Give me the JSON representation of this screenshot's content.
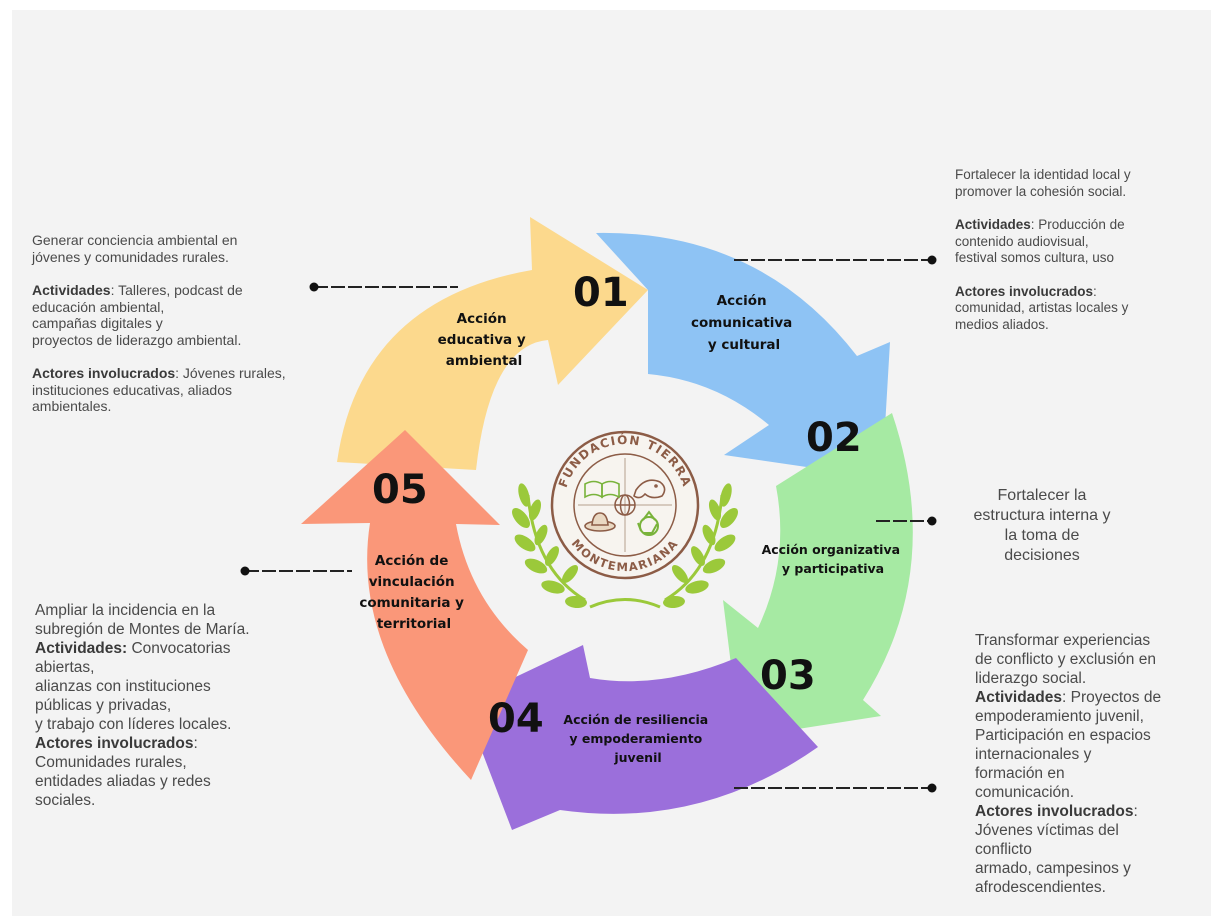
{
  "colors": {
    "background": "#f3f3f3",
    "step1": "#fcd98d",
    "step2": "#8ec3f4",
    "step3": "#a6eaa3",
    "step4": "#9b6fdb",
    "step5": "#fa9779",
    "logo_ring": "#8c5c46",
    "laurel": "#9bc93a"
  },
  "steps": [
    {
      "number": "01",
      "title": [
        "Acción",
        "educativa y",
        "ambiental"
      ]
    },
    {
      "number": "02",
      "title": [
        "Acción",
        "comunicativa",
        "y cultural"
      ]
    },
    {
      "number": "03",
      "title": [
        "Acción organizativa",
        "y participativa"
      ]
    },
    {
      "number": "04",
      "title": [
        "Acción de resiliencia",
        "y empoderamiento",
        "juvenil"
      ]
    },
    {
      "number": "05",
      "title": [
        "Acción de",
        "vinculación",
        "comunitaria y",
        "territorial"
      ]
    }
  ],
  "logo": {
    "top_text": "FUNDACIÓN TIERRA",
    "bottom_text": "MONTEMARIANA",
    "icons": [
      "book-icon",
      "manatee-icon",
      "globe-icon",
      "hat-icon",
      "recycle-icon"
    ]
  },
  "descriptions": {
    "d1": {
      "objective": [
        "Generar conciencia ambiental en",
        "jóvenes y comunidades rurales."
      ],
      "activities_label": "Actividades",
      "activities": [
        ": Talleres, podcast de",
        "educación ambiental,",
        "campañas digitales y",
        "proyectos de liderazgo ambiental."
      ],
      "actors_label": "Actores involucrados",
      "actors": [
        ": Jóvenes rurales,",
        "instituciones educativas, aliados",
        "ambientales."
      ]
    },
    "d2": {
      "objective": [
        "Fortalecer la identidad local y",
        "promover la cohesión social."
      ],
      "activities_label": "Actividades",
      "activities": [
        ": Producción de",
        "contenido audiovisual,",
        "festival somos cultura, uso"
      ],
      "actors_label": "Actores involucrados",
      "actors": [
        ":",
        "comunidad, artistas locales y",
        "medios aliados."
      ]
    },
    "d3": {
      "objective": [
        "Fortalecer la",
        "estructura interna y",
        "la toma de",
        "decisiones"
      ]
    },
    "d4": {
      "objective": [
        "Transformar experiencias",
        "de conflicto y exclusión en",
        "liderazgo social."
      ],
      "activities_label": "Actividades",
      "activities": [
        ": Proyectos de",
        "empoderamiento juvenil,",
        "Participación en espacios",
        "internacionales y",
        "formación en",
        "comunicación."
      ],
      "actors_label": "Actores involucrados",
      "actors": [
        ":",
        "Jóvenes víctimas del",
        "conflicto",
        "armado, campesinos y",
        "afrodescendientes."
      ]
    },
    "d5": {
      "objective": [
        "Ampliar la incidencia en la",
        "subregión de Montes de María."
      ],
      "activities_label": "Actividades:",
      "activities": [
        " Convocatorias",
        "abiertas,",
        "alianzas con instituciones",
        "públicas y privadas,",
        "y trabajo con líderes locales."
      ],
      "actors_label": "Actores involucrados",
      "actors": [
        ":",
        "Comunidades rurales,",
        "entidades aliadas y redes",
        "sociales."
      ]
    }
  }
}
